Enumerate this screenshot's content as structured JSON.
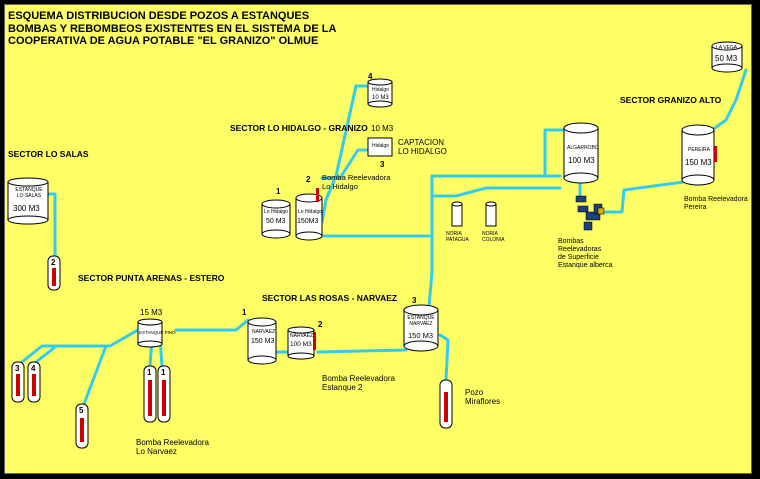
{
  "title": {
    "line1": "ESQUEMA DISTRIBUCION DESDE POZOS A ESTANQUES",
    "line2": "BOMBAS Y REBOMBEOS EXISTENTES EN EL SISTEMA DE LA",
    "line3": "COOPERATIVA DE AGUA POTABLE \"EL GRANIZO\" OLMUE"
  },
  "sectors": {
    "lo_salas": "SECTOR LO SALAS",
    "lo_hidalgo": "SECTOR LO HIDALGO - GRANIZO",
    "punta_arenas": "SECTOR PUNTA ARENAS - ESTERO",
    "las_rosas": "SECTOR LAS ROSAS - NARVAEZ",
    "granizo_alto": "SECTOR GRANIZO ALTO"
  },
  "tanks": {
    "lo_salas": {
      "name": "ESTANQUE LO SALAS",
      "capacity": "300 M3"
    },
    "hidalgo_top": {
      "name": "Hidalgo",
      "capacity": "10 M3",
      "number": "4"
    },
    "lo_hidalgo_50": {
      "name": "Lo Hidalgo",
      "capacity": "50 M3",
      "number": "1"
    },
    "lo_hidalgo_150": {
      "name": "Lo Hidalgo",
      "capacity": "150M3",
      "number": "2"
    },
    "captacion": {
      "name": "Hidalgo",
      "capacity_above": "10 M3",
      "number": "3"
    },
    "punta_arenas": {
      "name": "ESTANQUE PINO",
      "capacity_above": "15 M3"
    },
    "narvaez_1": {
      "name": "NARVAEZ",
      "capacity": "150 M3",
      "number": "1"
    },
    "narvaez_2": {
      "name": "NARVAEZ",
      "capacity": "100 M3",
      "number": "2"
    },
    "narvaez_3": {
      "name": "ESTANQUE NARVAEZ",
      "capacity": "150 M3",
      "number": "3"
    },
    "algarrobo": {
      "name": "ALGARROBO",
      "capacity": "100 M3"
    },
    "pereira": {
      "name": "PEREIRA",
      "capacity": "150 M3"
    },
    "la_vega": {
      "name": "LA VEGA",
      "capacity": "50 M3"
    }
  },
  "labels": {
    "captacion": "CAPTACION\nLO HIDALGO",
    "bomba_hidalgo": "Bomba Reelevadora\nLo Hidalgo",
    "bomba_estanque2": "Bomba Reelevadora\nEstanque 2",
    "bomba_narvaez": "Bomba Reelevadora\nLo Narvaez",
    "pozo_miraflores": "Pozo\nMiraflores",
    "bombas_superficie": "Bombas\nReelevadoras\nde Superficie\nEstanque alberca",
    "bomba_pereira": "Bomba Reelevadora\nPereira",
    "noria_pataguas": "NORIA\nPATAGUA",
    "noria_colonia": "NORIA\nCOLONIA"
  },
  "wells": {
    "lo_salas": "2",
    "punta_1": "3",
    "punta_2": "4",
    "punta_3": "5",
    "narvaez_a": "1",
    "narvaez_b": "1"
  },
  "colors": {
    "background": "#ffff66",
    "pipe": "#33ccee",
    "pump_red": "#cc0000",
    "tank_fill": "#ffffff"
  }
}
